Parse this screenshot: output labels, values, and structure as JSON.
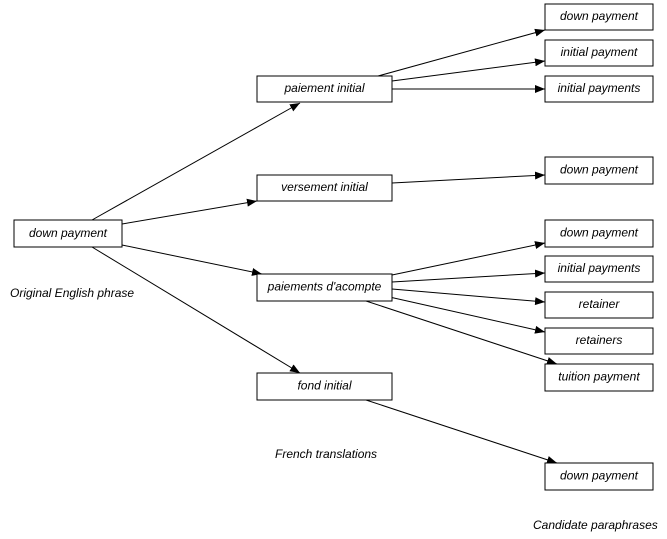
{
  "source": {
    "label": "down payment"
  },
  "translations": [
    {
      "label": "paiement initial"
    },
    {
      "label": "versement initial"
    },
    {
      "label": "paiements d'acompte"
    },
    {
      "label": "fond initial"
    }
  ],
  "paraphrases": [
    {
      "label": "down payment"
    },
    {
      "label": "initial payment"
    },
    {
      "label": "initial payments"
    },
    {
      "label": "down payment"
    },
    {
      "label": "down payment"
    },
    {
      "label": "initial payments"
    },
    {
      "label": "retainer"
    },
    {
      "label": "retainers"
    },
    {
      "label": "tuition payment"
    },
    {
      "label": "down payment"
    }
  ],
  "captions": {
    "original": "Original English phrase",
    "translations": "French translations",
    "paraphrases": "Candidate paraphrases"
  }
}
